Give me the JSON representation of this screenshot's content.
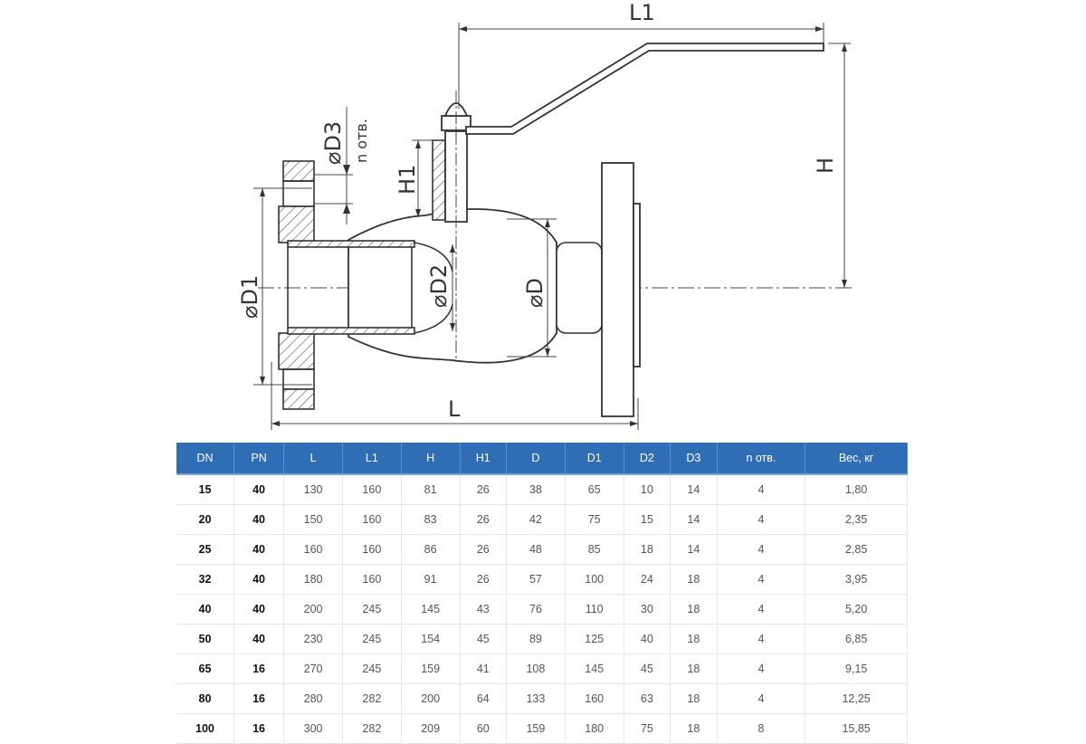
{
  "drawing": {
    "labels": {
      "L": "L",
      "L1": "L1",
      "H": "H",
      "H1": "H1",
      "D": "⌀D",
      "D1": "⌀D1",
      "D2": "⌀D2",
      "D3": "⌀D3",
      "n": "n отв."
    }
  },
  "table": {
    "header_color": "#2f6db5",
    "columns": [
      "DN",
      "PN",
      "L",
      "L1",
      "H",
      "H1",
      "D",
      "D1",
      "D2",
      "D3",
      "n отв.",
      "Вес, кг"
    ],
    "rows": [
      [
        "15",
        "40",
        "130",
        "160",
        "81",
        "26",
        "38",
        "65",
        "10",
        "14",
        "4",
        "1,80"
      ],
      [
        "20",
        "40",
        "150",
        "160",
        "83",
        "26",
        "42",
        "75",
        "15",
        "14",
        "4",
        "2,35"
      ],
      [
        "25",
        "40",
        "160",
        "160",
        "86",
        "26",
        "48",
        "85",
        "18",
        "14",
        "4",
        "2,85"
      ],
      [
        "32",
        "40",
        "180",
        "160",
        "91",
        "26",
        "57",
        "100",
        "24",
        "18",
        "4",
        "3,95"
      ],
      [
        "40",
        "40",
        "200",
        "245",
        "145",
        "43",
        "76",
        "110",
        "30",
        "18",
        "4",
        "5,20"
      ],
      [
        "50",
        "40",
        "230",
        "245",
        "154",
        "45",
        "89",
        "125",
        "40",
        "18",
        "4",
        "6,85"
      ],
      [
        "65",
        "16",
        "270",
        "245",
        "159",
        "41",
        "108",
        "145",
        "45",
        "18",
        "4",
        "9,15"
      ],
      [
        "80",
        "16",
        "280",
        "282",
        "200",
        "64",
        "133",
        "160",
        "63",
        "18",
        "4",
        "12,25"
      ],
      [
        "100",
        "16",
        "300",
        "282",
        "209",
        "60",
        "159",
        "180",
        "75",
        "18",
        "8",
        "15,85"
      ]
    ]
  }
}
